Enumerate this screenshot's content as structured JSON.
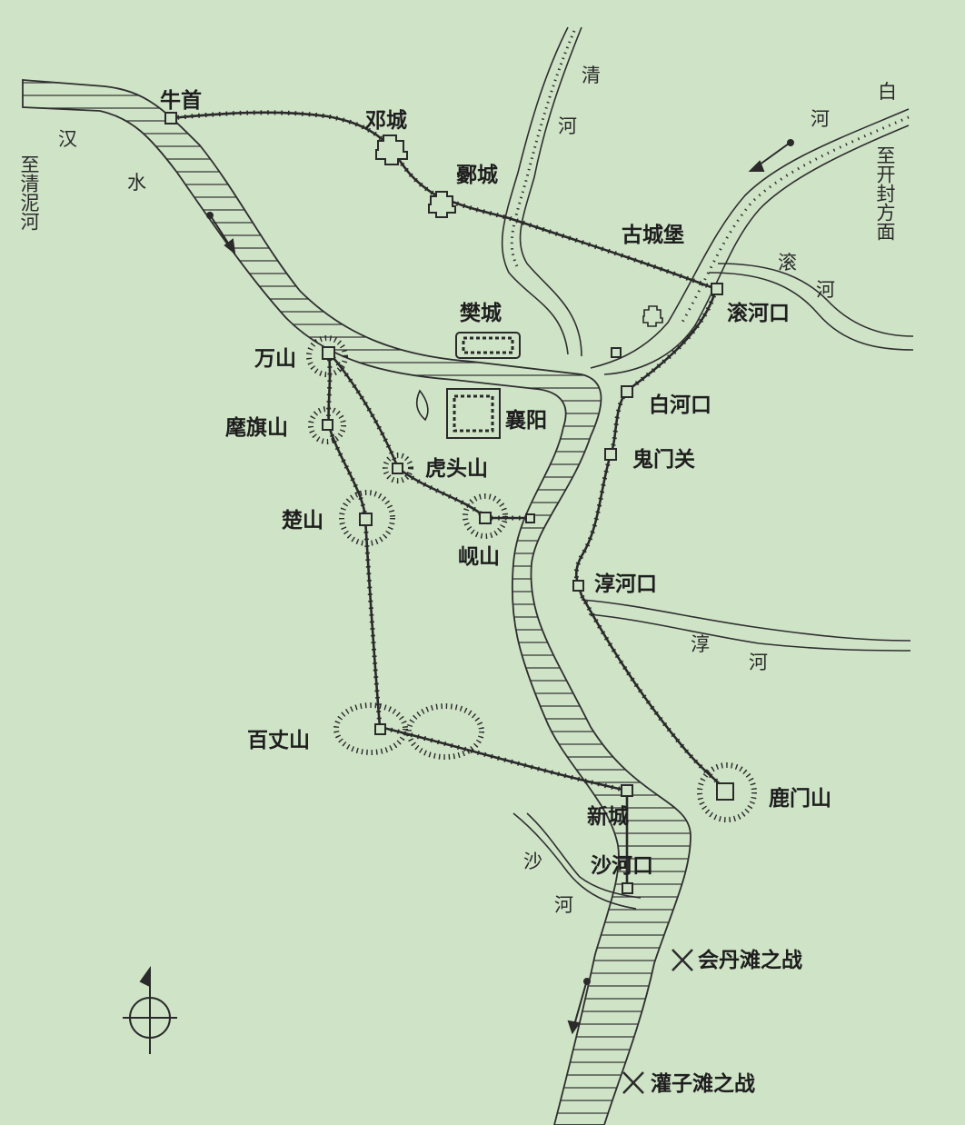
{
  "map": {
    "background": "#cfe3c7",
    "line_color": "#2a2a2a",
    "places": {
      "niushou": "牛首",
      "dengcheng": "邓城",
      "yancheng": "鄾城",
      "guchengbao": "古城堡",
      "fancheng": "樊城",
      "gunhekou": "滚河口",
      "xiangyang": "襄阳",
      "baihekou": "白河口",
      "guimenguan": "鬼门关",
      "wanshan": "万山",
      "miqishan": "麾旗山",
      "hutoushan": "虎头山",
      "chushan": "楚山",
      "xianshan": "岘山",
      "chunhekou": "淳河口",
      "baizhangshan": "百丈山",
      "xincheng": "新城",
      "lumenshan": "鹿门山",
      "shahekou": "沙河口"
    },
    "rivers": {
      "han_1": "汉",
      "han_2": "水",
      "qing_1": "清",
      "qing_2": "河",
      "bai_1": "白",
      "bai_2": "河",
      "gun_1": "滚",
      "gun_2": "河",
      "chun_1": "淳",
      "chun_2": "河",
      "sha_1": "沙",
      "sha_2": "河"
    },
    "directions": {
      "to_qingnihe": "至清泥河",
      "to_kaifeng": "至开封方面"
    },
    "battles": {
      "huidantan": "会丹滩之战",
      "guanzitan": "灌子滩之战"
    },
    "icons": {
      "compass": "compass-north-icon",
      "battle": "crossed-swords-icon",
      "flow": "flow-arrow-icon"
    }
  }
}
